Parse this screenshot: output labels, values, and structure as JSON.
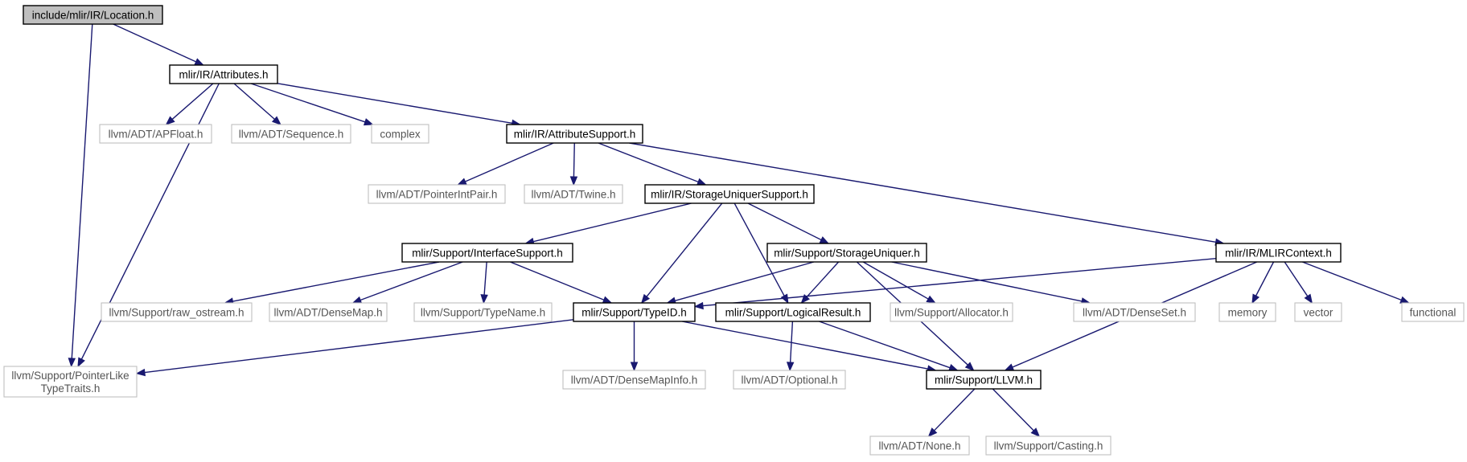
{
  "colors": {
    "edge": "#191970",
    "root_fill": "#bfbfbf",
    "main_border": "#000000",
    "external_border": "#bfbfbf",
    "external_text": "#555555"
  },
  "nodes": [
    {
      "id": "location",
      "label": "include/mlir/IR/Location.h",
      "kind": "root"
    },
    {
      "id": "attributes",
      "label": "mlir/IR/Attributes.h",
      "kind": "main"
    },
    {
      "id": "pointerlike",
      "label": "llvm/Support/PointerLike\nTypeTraits.h",
      "kind": "external"
    },
    {
      "id": "apfloat",
      "label": "llvm/ADT/APFloat.h",
      "kind": "external"
    },
    {
      "id": "sequence",
      "label": "llvm/ADT/Sequence.h",
      "kind": "external"
    },
    {
      "id": "complex",
      "label": "complex",
      "kind": "external"
    },
    {
      "id": "attrsupport",
      "label": "mlir/IR/AttributeSupport.h",
      "kind": "main"
    },
    {
      "id": "pointerintpair",
      "label": "llvm/ADT/PointerIntPair.h",
      "kind": "external"
    },
    {
      "id": "twine",
      "label": "llvm/ADT/Twine.h",
      "kind": "external"
    },
    {
      "id": "storageuniqsupport",
      "label": "mlir/IR/StorageUniquerSupport.h",
      "kind": "main"
    },
    {
      "id": "mlircontext",
      "label": "mlir/IR/MLIRContext.h",
      "kind": "main"
    },
    {
      "id": "interfacesupport",
      "label": "mlir/Support/InterfaceSupport.h",
      "kind": "main"
    },
    {
      "id": "storageuniquer",
      "label": "mlir/Support/StorageUniquer.h",
      "kind": "main"
    },
    {
      "id": "rawostream",
      "label": "llvm/Support/raw_ostream.h",
      "kind": "external"
    },
    {
      "id": "densemap",
      "label": "llvm/ADT/DenseMap.h",
      "kind": "external"
    },
    {
      "id": "typename",
      "label": "llvm/Support/TypeName.h",
      "kind": "external"
    },
    {
      "id": "typeid",
      "label": "mlir/Support/TypeID.h",
      "kind": "main"
    },
    {
      "id": "logicalresult",
      "label": "mlir/Support/LogicalResult.h",
      "kind": "main"
    },
    {
      "id": "allocator",
      "label": "llvm/Support/Allocator.h",
      "kind": "external"
    },
    {
      "id": "denseset",
      "label": "llvm/ADT/DenseSet.h",
      "kind": "external"
    },
    {
      "id": "memory",
      "label": "memory",
      "kind": "external"
    },
    {
      "id": "vector",
      "label": "vector",
      "kind": "external"
    },
    {
      "id": "functional",
      "label": "functional",
      "kind": "external"
    },
    {
      "id": "densemapinfo",
      "label": "llvm/ADT/DenseMapInfo.h",
      "kind": "external"
    },
    {
      "id": "optional",
      "label": "llvm/ADT/Optional.h",
      "kind": "external"
    },
    {
      "id": "llvmh",
      "label": "mlir/Support/LLVM.h",
      "kind": "main"
    },
    {
      "id": "none",
      "label": "llvm/ADT/None.h",
      "kind": "external"
    },
    {
      "id": "casting",
      "label": "llvm/Support/Casting.h",
      "kind": "external"
    }
  ],
  "edges": [
    {
      "from": "location",
      "to": "attributes"
    },
    {
      "from": "location",
      "to": "pointerlike"
    },
    {
      "from": "attributes",
      "to": "pointerlike"
    },
    {
      "from": "attributes",
      "to": "apfloat"
    },
    {
      "from": "attributes",
      "to": "sequence"
    },
    {
      "from": "attributes",
      "to": "complex"
    },
    {
      "from": "attributes",
      "to": "attrsupport"
    },
    {
      "from": "attrsupport",
      "to": "pointerintpair"
    },
    {
      "from": "attrsupport",
      "to": "twine"
    },
    {
      "from": "attrsupport",
      "to": "storageuniqsupport"
    },
    {
      "from": "attrsupport",
      "to": "mlircontext"
    },
    {
      "from": "storageuniqsupport",
      "to": "interfacesupport"
    },
    {
      "from": "storageuniqsupport",
      "to": "typeid"
    },
    {
      "from": "storageuniqsupport",
      "to": "logicalresult"
    },
    {
      "from": "storageuniqsupport",
      "to": "storageuniquer"
    },
    {
      "from": "interfacesupport",
      "to": "rawostream"
    },
    {
      "from": "interfacesupport",
      "to": "densemap"
    },
    {
      "from": "interfacesupport",
      "to": "typename"
    },
    {
      "from": "interfacesupport",
      "to": "typeid"
    },
    {
      "from": "storageuniquer",
      "to": "typeid"
    },
    {
      "from": "storageuniquer",
      "to": "logicalresult"
    },
    {
      "from": "storageuniquer",
      "to": "allocator"
    },
    {
      "from": "storageuniquer",
      "to": "denseset"
    },
    {
      "from": "storageuniquer",
      "to": "llvmh"
    },
    {
      "from": "mlircontext",
      "to": "typeid"
    },
    {
      "from": "mlircontext",
      "to": "memory"
    },
    {
      "from": "mlircontext",
      "to": "vector"
    },
    {
      "from": "mlircontext",
      "to": "functional"
    },
    {
      "from": "mlircontext",
      "to": "llvmh"
    },
    {
      "from": "typeid",
      "to": "pointerlike"
    },
    {
      "from": "typeid",
      "to": "densemapinfo"
    },
    {
      "from": "typeid",
      "to": "llvmh"
    },
    {
      "from": "logicalresult",
      "to": "optional"
    },
    {
      "from": "logicalresult",
      "to": "llvmh"
    },
    {
      "from": "llvmh",
      "to": "none"
    },
    {
      "from": "llvmh",
      "to": "casting"
    }
  ]
}
